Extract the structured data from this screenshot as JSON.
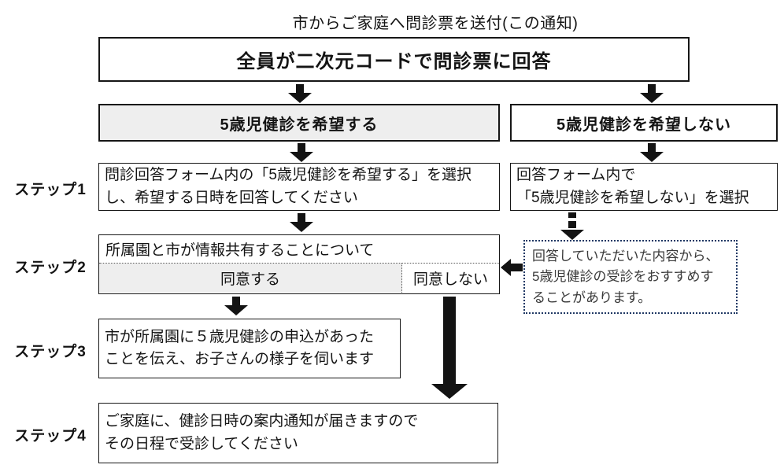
{
  "title": "市からご家庭へ問診票を送付(この通知)",
  "main_box": {
    "text": "全員が二次元コードで問診票に回答"
  },
  "branches": {
    "wish": {
      "text": "5歳児健診を希望する"
    },
    "no_wish": {
      "text": "5歳児健診を希望しない"
    }
  },
  "steps": [
    {
      "label": "ステップ1",
      "left_box": "問診回答フォーム内の「5歳児健診を希望する」を選択\nし、希望する日時を回答してください",
      "right_box": "回答フォーム内で\n「5歳児健診を希望しない」を選択"
    },
    {
      "label": "ステップ2",
      "box_header": "所属園と市が情報共有することについて",
      "agree": "同意する",
      "disagree": "同意しない"
    },
    {
      "label": "ステップ3",
      "box": "市が所属園に５歳児健診の申込があった\nことを伝え、お子さんの様子を伺います"
    },
    {
      "label": "ステップ4",
      "box": "ご家庭に、健診日時の案内通知が届きますので\nその日程で受診してください"
    }
  ],
  "note": {
    "text": "回答していただいた内容から、\n5歳児健診の受診をおすすめす\nることがあります。"
  },
  "colors": {
    "box_fill_gray": "#eeeeee",
    "note_border": "#1f3864",
    "line_black": "#131313"
  }
}
